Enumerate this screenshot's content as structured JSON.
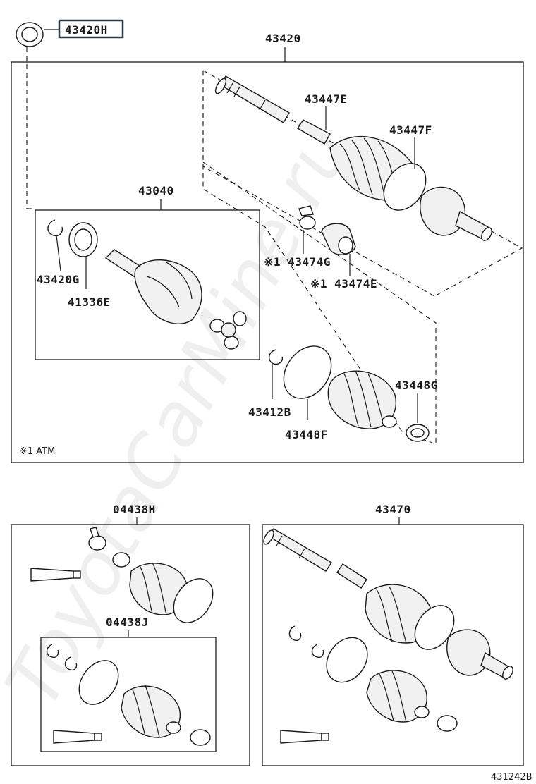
{
  "watermark": "ToyotaCarMine.ru",
  "diagram_ref": "431242B",
  "footnote": "※1 ATM",
  "highlighted_part": "43420H",
  "labels": {
    "p43420H": "43420H",
    "p43420": "43420",
    "p43447E": "43447E",
    "p43447F": "43447F",
    "p43040": "43040",
    "p43420G": "43420G",
    "p41336E": "41336E",
    "p43474G": "※1 43474G",
    "p43474E": "※1 43474E",
    "p43412B": "43412B",
    "p43448F": "43448F",
    "p43448G": "43448G",
    "p04438H": "04438H",
    "p04438J": "04438J",
    "p43470": "43470"
  }
}
